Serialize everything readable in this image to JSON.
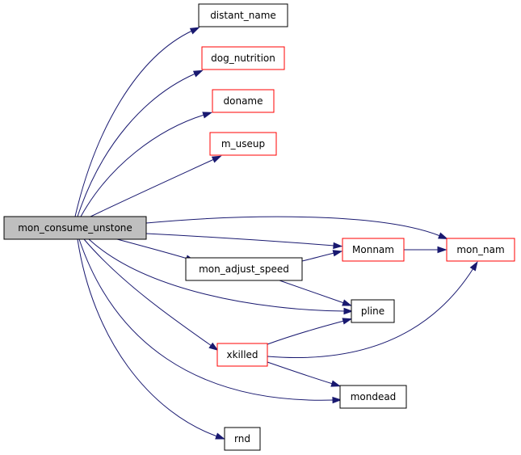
{
  "graph": {
    "colors": {
      "edge": "#191970",
      "root_fill": "#bfbfbf",
      "node_border_black": "#000000",
      "node_border_red": "#ff0000",
      "node_fill": "#ffffff"
    },
    "nodes": [
      {
        "id": "mon_consume_unstone",
        "label": "mon_consume_unstone",
        "border": "black",
        "root": true
      },
      {
        "id": "distant_name",
        "label": "distant_name",
        "border": "black"
      },
      {
        "id": "dog_nutrition",
        "label": "dog_nutrition",
        "border": "red"
      },
      {
        "id": "doname",
        "label": "doname",
        "border": "red"
      },
      {
        "id": "m_useup",
        "label": "m_useup",
        "border": "red"
      },
      {
        "id": "mon_nam",
        "label": "mon_nam",
        "border": "red"
      },
      {
        "id": "Monnam",
        "label": "Monnam",
        "border": "red"
      },
      {
        "id": "mon_adjust_speed",
        "label": "mon_adjust_speed",
        "border": "black"
      },
      {
        "id": "pline",
        "label": "pline",
        "border": "black"
      },
      {
        "id": "xkilled",
        "label": "xkilled",
        "border": "red"
      },
      {
        "id": "mondead",
        "label": "mondead",
        "border": "black"
      },
      {
        "id": "rnd",
        "label": "rnd",
        "border": "black"
      }
    ],
    "edges": [
      {
        "from": "mon_consume_unstone",
        "to": "distant_name"
      },
      {
        "from": "mon_consume_unstone",
        "to": "dog_nutrition"
      },
      {
        "from": "mon_consume_unstone",
        "to": "doname"
      },
      {
        "from": "mon_consume_unstone",
        "to": "m_useup"
      },
      {
        "from": "mon_consume_unstone",
        "to": "mon_nam"
      },
      {
        "from": "mon_consume_unstone",
        "to": "Monnam"
      },
      {
        "from": "mon_consume_unstone",
        "to": "mon_adjust_speed"
      },
      {
        "from": "mon_consume_unstone",
        "to": "pline"
      },
      {
        "from": "mon_consume_unstone",
        "to": "xkilled"
      },
      {
        "from": "mon_consume_unstone",
        "to": "mondead"
      },
      {
        "from": "mon_consume_unstone",
        "to": "rnd"
      },
      {
        "from": "Monnam",
        "to": "mon_nam"
      },
      {
        "from": "mon_adjust_speed",
        "to": "Monnam"
      },
      {
        "from": "mon_adjust_speed",
        "to": "pline"
      },
      {
        "from": "xkilled",
        "to": "pline"
      },
      {
        "from": "xkilled",
        "to": "mon_nam"
      },
      {
        "from": "xkilled",
        "to": "mondead"
      }
    ]
  }
}
